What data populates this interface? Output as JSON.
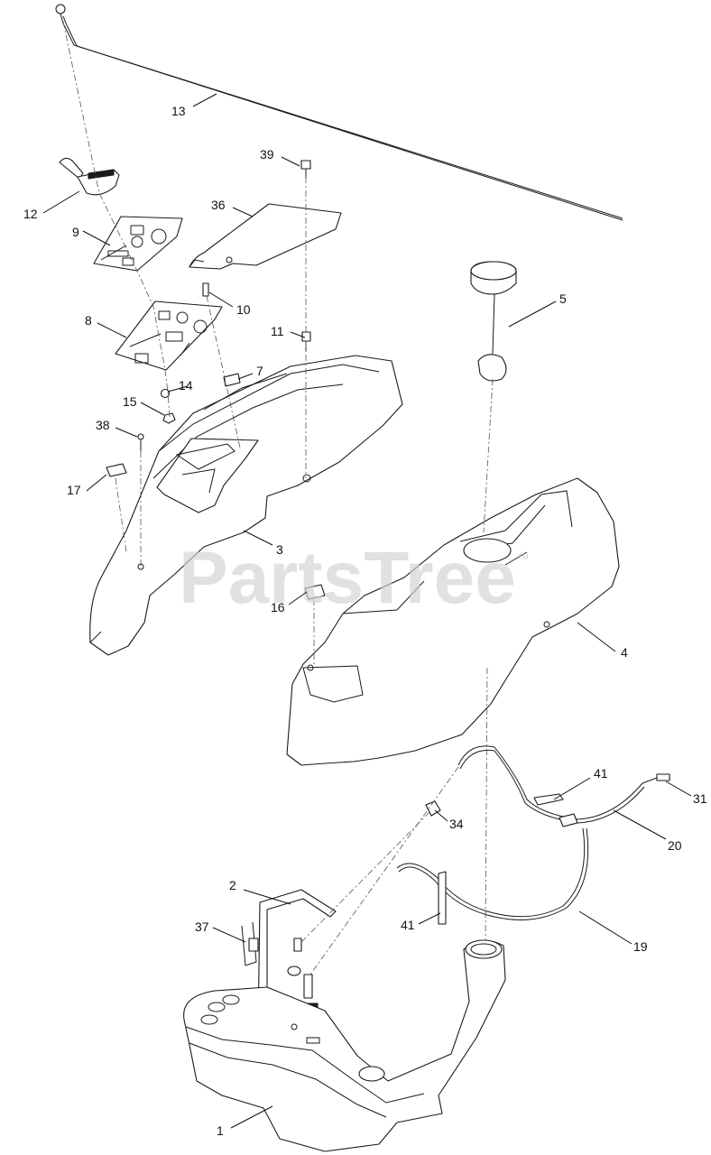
{
  "watermark": {
    "text": "PartsTree",
    "trademark": "TM"
  },
  "callouts": [
    {
      "id": "13",
      "label": "13"
    },
    {
      "id": "12",
      "label": "12"
    },
    {
      "id": "39",
      "label": "39"
    },
    {
      "id": "36",
      "label": "36"
    },
    {
      "id": "9",
      "label": "9"
    },
    {
      "id": "10",
      "label": "10"
    },
    {
      "id": "5",
      "label": "5"
    },
    {
      "id": "8",
      "label": "8"
    },
    {
      "id": "11",
      "label": "11"
    },
    {
      "id": "7",
      "label": "7"
    },
    {
      "id": "14",
      "label": "14"
    },
    {
      "id": "15",
      "label": "15"
    },
    {
      "id": "38",
      "label": "38"
    },
    {
      "id": "17",
      "label": "17"
    },
    {
      "id": "3",
      "label": "3"
    },
    {
      "id": "16",
      "label": "16"
    },
    {
      "id": "4",
      "label": "4"
    },
    {
      "id": "41a",
      "label": "41"
    },
    {
      "id": "31",
      "label": "31"
    },
    {
      "id": "34",
      "label": "34"
    },
    {
      "id": "20",
      "label": "20"
    },
    {
      "id": "2",
      "label": "2"
    },
    {
      "id": "37",
      "label": "37"
    },
    {
      "id": "41b",
      "label": "41"
    },
    {
      "id": "19",
      "label": "19"
    },
    {
      "id": "1",
      "label": "1"
    }
  ]
}
